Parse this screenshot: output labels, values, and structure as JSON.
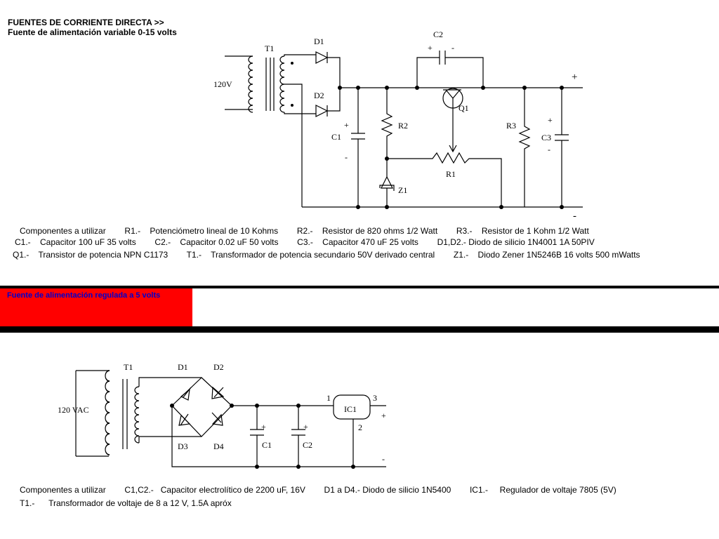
{
  "header": {
    "title": "FUENTES DE CORRIENTE DIRECTA >>",
    "subtitle": "Fuente de alimentación variable 0-15 volts"
  },
  "circuit1": {
    "labels": {
      "t1": "T1",
      "d1": "D1",
      "d2": "D2",
      "c1": "C1",
      "c2": "C2",
      "c3": "C3",
      "r1": "R1",
      "r2": "R2",
      "r3": "R3",
      "q1": "Q1",
      "z1": "Z1",
      "input": "120V",
      "out_plus": "+",
      "out_minus": "-",
      "plus": "+",
      "minus": "-"
    },
    "parts_lines": [
      "Componentes a utilizar        R1.-    Potenciómetro lineal de 10 Kohms        R2.-    Resistor de 820 ohms 1/2 Watt        R3.-    Resistor de 1 Kohm 1/2 Watt",
      "C1.-    Capacitor 100 uF 35 volts        C2.-    Capacitor 0.02 uF 50 volts        C3.-    Capacitor 470 uF 25 volts        D1,D2.- Diodo de silicio 1N4001 1A 50PIV",
      "Q1.-    Transistor de potencia NPN C1173        T1.-    Transformador de potencia secundario 50V derivado central        Z1.-    Diodo Zener 1N5246B 16 volts 500 mWatts"
    ]
  },
  "section2": {
    "title": "Fuente de alimentación regulada a 5 volts",
    "accent_color": "#ff0000",
    "title_color": "#0000cc"
  },
  "circuit2": {
    "labels": {
      "t1": "T1",
      "d1": "D1",
      "d2": "D2",
      "d3": "D3",
      "d4": "D4",
      "c1": "C1",
      "c2": "C2",
      "ic1": "IC1",
      "pin1": "1",
      "pin2": "2",
      "pin3": "3",
      "input": "120 VAC",
      "out_plus": "+",
      "out_minus": "-",
      "plus": "+"
    },
    "parts_lines": [
      "Componentes a utilizar        C1,C2.-   Capacitor electrolítico de 2200 uF, 16V        D1 a D4.- Diodo de silicio 1N5400        IC1.-     Regulador de voltaje 7805 (5V)",
      "T1.-      Transformador de voltaje de 8 a 12 V, 1.5A apróx"
    ]
  }
}
